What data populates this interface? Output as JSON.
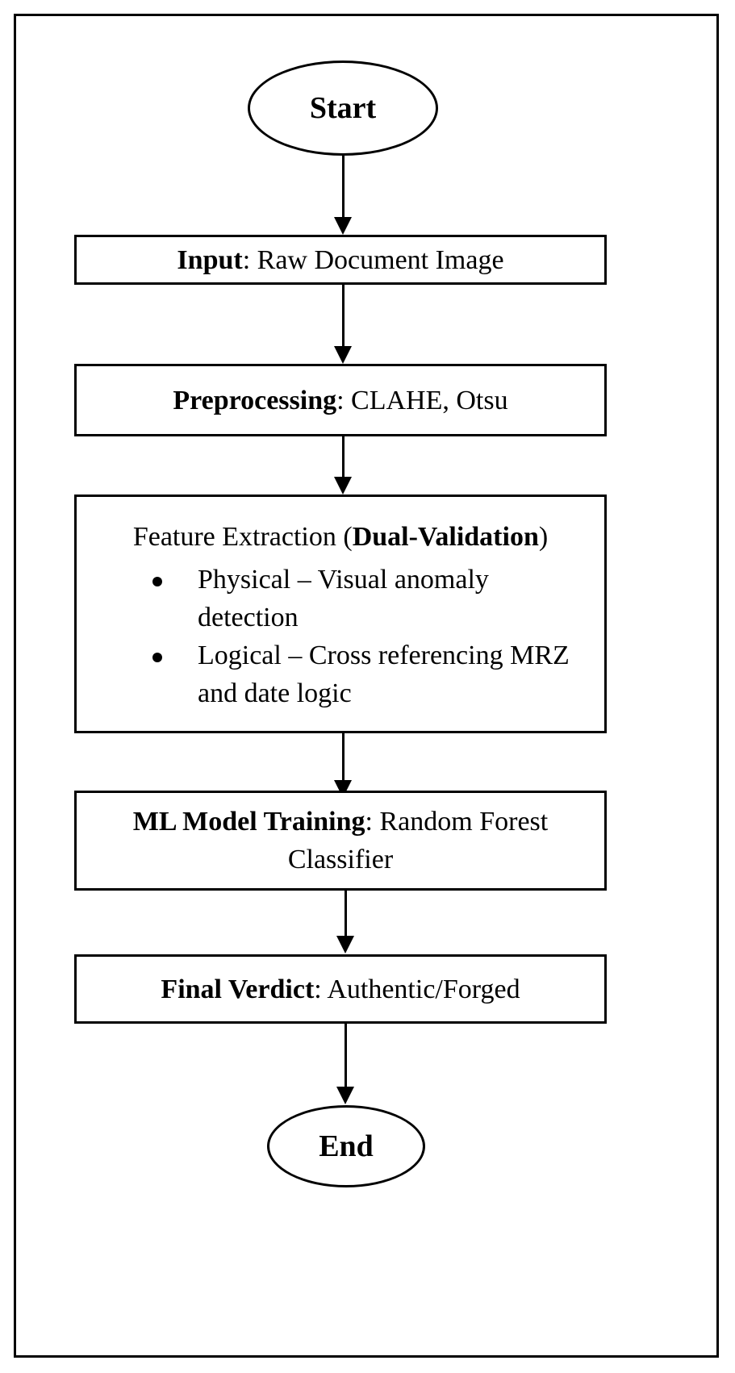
{
  "flowchart": {
    "start": "Start",
    "input": {
      "bold": "Input",
      "rest": ": Raw Document Image"
    },
    "preprocessing": {
      "bold": "Preprocessing",
      "rest": ": CLAHE, Otsu"
    },
    "features": {
      "title_pre": "Feature Extraction (",
      "title_bold": "Dual-Validation",
      "title_post": ")",
      "bullets": [
        "Physical – Visual anomaly detection",
        "Logical – Cross referencing MRZ and date logic"
      ]
    },
    "model": {
      "bold": "ML Model Training",
      "rest": ": Random Forest Classifier"
    },
    "verdict": {
      "bold": "Final Verdict",
      "rest": ": Authentic/Forged"
    },
    "end": "End"
  }
}
